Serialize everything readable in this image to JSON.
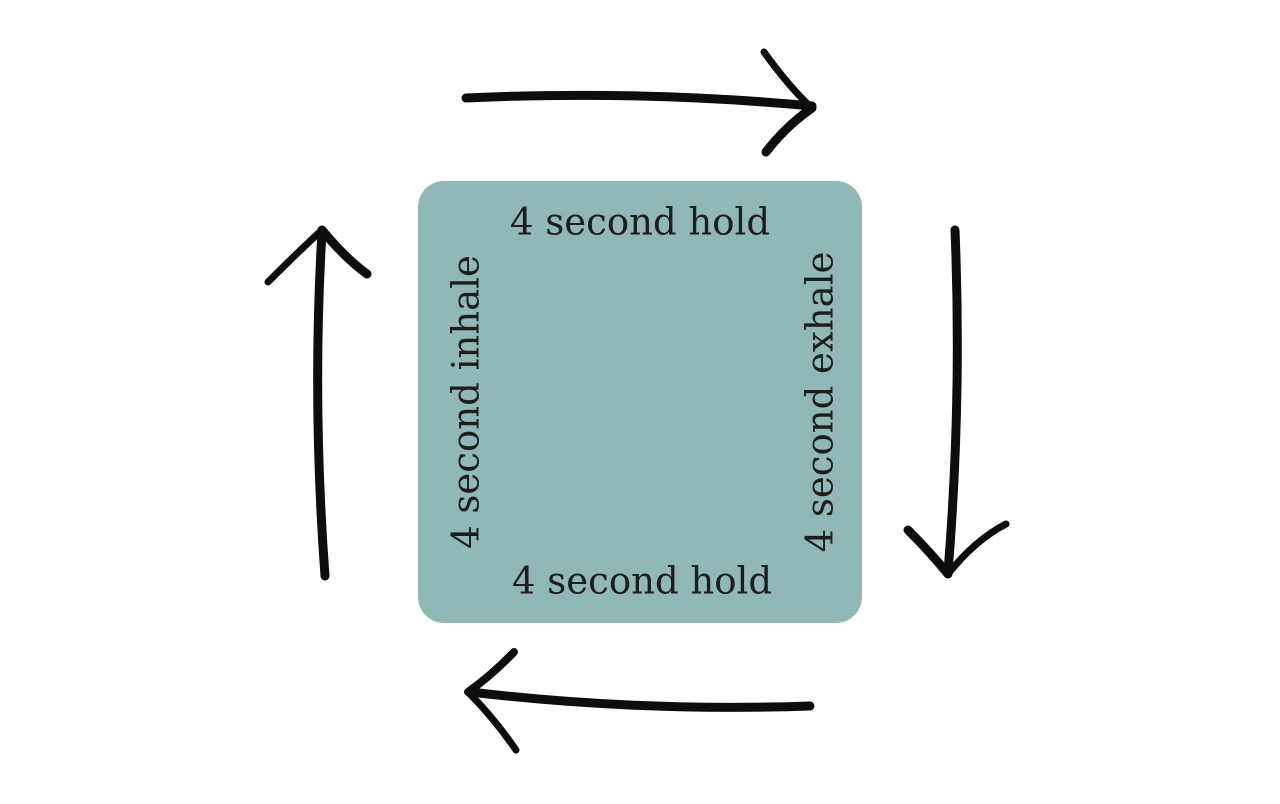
{
  "diagram": {
    "type": "box-breathing-cycle",
    "box_color": "#8fb8b6",
    "arrow_color": "#0d0d0d",
    "labels": {
      "top": "4 second hold",
      "right": "4 second exhale",
      "bottom": "4 second hold",
      "left": "4 second inhale"
    },
    "flow": [
      "left",
      "top",
      "right",
      "bottom"
    ]
  }
}
